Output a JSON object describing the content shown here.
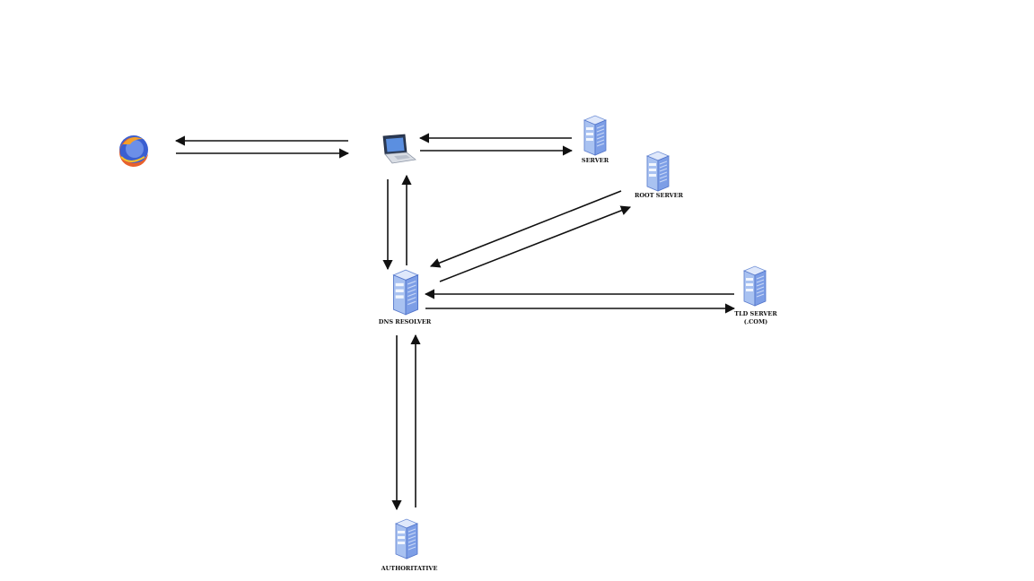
{
  "nodes": {
    "browser": {
      "label": ""
    },
    "laptop": {
      "label": ""
    },
    "server": {
      "label": "SERVER"
    },
    "root_server": {
      "label": "ROOT SERVER"
    },
    "dns_resolver": {
      "label": "DNS RESOLVER"
    },
    "tld_server": {
      "label": "TLD SERVER",
      "sublabel": "(.COM)"
    },
    "authoritative": {
      "label": "AUTHORITATIVE"
    }
  },
  "icons": {
    "browser": "firefox-icon",
    "laptop": "laptop-icon",
    "server": "server-rack-icon"
  },
  "colors": {
    "arrow": "#111111",
    "server_light": "#c9d8f7",
    "server_mid": "#8fb0ec",
    "server_dark": "#4f72c9",
    "firefox_orange": "#e8612c",
    "firefox_blue": "#3a5fd1"
  }
}
